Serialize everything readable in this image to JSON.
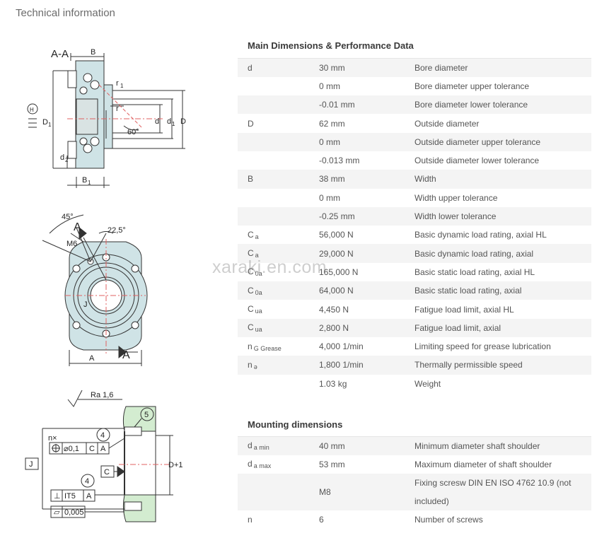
{
  "page": {
    "heading": "Technical information"
  },
  "watermark": "xaraki.en.com",
  "drawing": {
    "section_labels": [
      "A-A",
      "B",
      "r",
      "1",
      "r",
      "60°",
      "d",
      "d",
      "1",
      "D",
      "D",
      "1",
      "d",
      "2",
      "B",
      "1",
      "H"
    ],
    "view_labels": [
      "45°",
      "A",
      "22,5°",
      "M6",
      "J",
      "A",
      "A"
    ],
    "tolerance_labels": [
      "Ra 1,6",
      "5",
      "n×",
      "4",
      "⌀0,1",
      "C",
      "A",
      "J",
      "C",
      "D+1",
      "4",
      "⊥",
      "IT5",
      "A",
      "0,005"
    ]
  },
  "main": {
    "title": "Main Dimensions & Performance Data",
    "rows": [
      {
        "sym": "d",
        "sub": "",
        "val": "30  mm",
        "desc": "Bore diameter"
      },
      {
        "sym": "",
        "sub": "",
        "val": "0  mm",
        "desc": "Bore diameter upper tolerance"
      },
      {
        "sym": "",
        "sub": "",
        "val": "-0.01  mm",
        "desc": "Bore diameter lower tolerance"
      },
      {
        "sym": "D",
        "sub": "",
        "val": "62  mm",
        "desc": "Outside diameter"
      },
      {
        "sym": "",
        "sub": "",
        "val": "0  mm",
        "desc": "Outside diameter upper tolerance"
      },
      {
        "sym": "",
        "sub": "",
        "val": "-0.013  mm",
        "desc": "Outside diameter lower tolerance"
      },
      {
        "sym": "B",
        "sub": "",
        "val": "38  mm",
        "desc": "Width"
      },
      {
        "sym": "",
        "sub": "",
        "val": "0  mm",
        "desc": "Width upper tolerance"
      },
      {
        "sym": "",
        "sub": "",
        "val": "-0.25  mm",
        "desc": "Width lower tolerance"
      },
      {
        "sym": "C",
        "sub": "a",
        "val": "56,000  N",
        "desc": "Basic dynamic load rating, axial HL"
      },
      {
        "sym": "C",
        "sub": "a",
        "val": "29,000  N",
        "desc": "Basic dynamic load rating, axial"
      },
      {
        "sym": "C",
        "sub": "0a",
        "val": "165,000  N",
        "desc": "Basic static load rating, axial HL"
      },
      {
        "sym": "C",
        "sub": "0a",
        "val": "64,000  N",
        "desc": "Basic static load rating, axial"
      },
      {
        "sym": "C",
        "sub": "ua",
        "val": "4,450  N",
        "desc": "Fatigue load limit, axial HL"
      },
      {
        "sym": "C",
        "sub": "ua",
        "val": "2,800  N",
        "desc": "Fatigue load limit, axial"
      },
      {
        "sym": "n",
        "sub": "G Grease",
        "val": "4,000  1/min",
        "desc": "Limiting speed for grease lubrication"
      },
      {
        "sym": "n",
        "sub": "ə",
        "val": "1,800  1/min",
        "desc": "Thermally permissible speed"
      },
      {
        "sym": "",
        "sub": "",
        "val": "1.03  kg",
        "desc": "Weight"
      }
    ]
  },
  "mounting": {
    "title": "Mounting dimensions",
    "rows": [
      {
        "sym": "d",
        "sub": "a min",
        "val": "40  mm",
        "desc": "Minimum diameter shaft shoulder",
        "tall": false
      },
      {
        "sym": "d",
        "sub": "a max",
        "val": "53  mm",
        "desc": "Maximum diameter of shaft shoulder",
        "tall": false
      },
      {
        "sym": "",
        "sub": "",
        "val": "M8",
        "desc": "Fixing scresw DIN EN ISO 4762 10.9 (not included)",
        "tall": true
      },
      {
        "sym": "n",
        "sub": "",
        "val": "6",
        "desc": "Number of screws",
        "tall": false
      }
    ]
  },
  "colors": {
    "bearing_fill": "#cfe3e6",
    "mount_fill": "#d3ecd0",
    "row_shade": "#f4f4f4",
    "center_line": "#e06060"
  }
}
